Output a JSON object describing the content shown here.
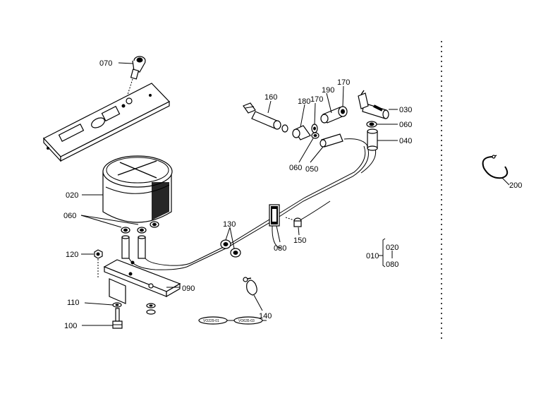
{
  "labels": {
    "p070": "070",
    "p020": "020",
    "p060a": "060",
    "p120": "120",
    "p110": "110",
    "p100": "100",
    "p090": "090",
    "p130": "130",
    "p080": "080",
    "p150": "150",
    "p140": "140",
    "p160": "160",
    "p180": "180",
    "p170a": "170",
    "p190": "190",
    "p170b": "170",
    "p030": "030",
    "p060b": "060",
    "p040": "040",
    "p060c": "060",
    "p050": "050",
    "p200": "200"
  },
  "assembly": {
    "parent": "010",
    "range_start": "020",
    "range_end": "080"
  },
  "reference_tags": {
    "tag1": "VO229-01",
    "tag2": "VO635-03"
  }
}
